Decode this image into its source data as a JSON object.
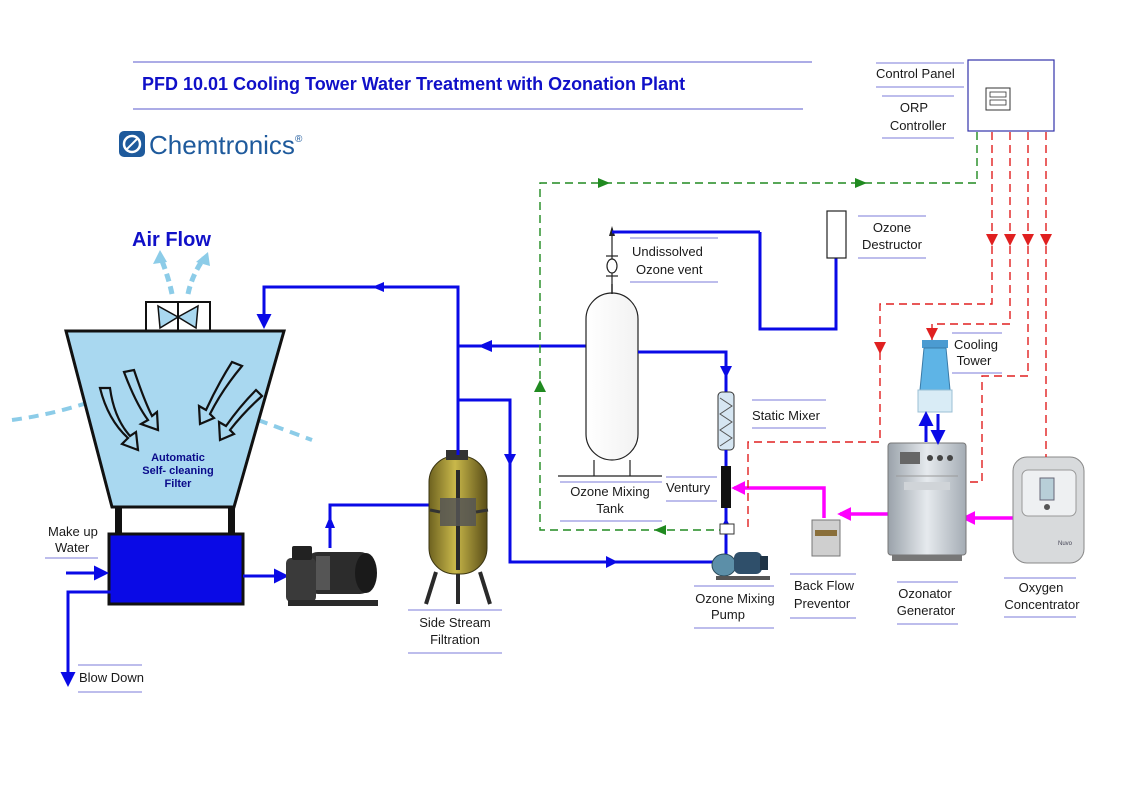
{
  "title": "PFD 10.01 Cooling Tower Water Treatment with Ozonation Plant",
  "logo": {
    "name": "Chemtronics",
    "mark": "®"
  },
  "labels": {
    "air_flow": "Air Flow",
    "filter_line1": "Automatic",
    "filter_line2": "Self- cleaning",
    "filter_line3": "Filter",
    "makeup_line1": "Make up",
    "makeup_line2": "Water",
    "blow_down": "Blow Down",
    "side_stream_line1": "Side Stream",
    "side_stream_line2": "Filtration",
    "mixing_tank_line1": "Ozone Mixing",
    "mixing_tank_line2": "Tank",
    "vent_line1": "Undissolved",
    "vent_line2": "Ozone vent",
    "destructor_line1": "Ozone",
    "destructor_line2": "Destructor",
    "static_mixer": "Static Mixer",
    "venturi": "Ventury",
    "mixing_pump_line1": "Ozone Mixing",
    "mixing_pump_line2": "Pump",
    "back_flow_line1": "Back Flow",
    "back_flow_line2": "Preventor",
    "ozonator_line1": "Ozonator",
    "ozonator_line2": "Generator",
    "oxygen_line1": "Oxygen",
    "oxygen_line2": "Concentrator",
    "cooling_tower_line1": "Cooling",
    "cooling_tower_line2": "Tower",
    "control_panel": "Control Panel",
    "orp_line1": "ORP",
    "orp_line2": "Controller"
  },
  "device_text": {
    "concentrator_brand": "Nuvo"
  },
  "colors": {
    "water_line": "#0a0ae6",
    "ozone_line": "#ff00ff",
    "control_line_red": "#e02020",
    "control_line_green": "#208a20",
    "air_flow": "#8ccce8",
    "tower_fill": "#a9d8f0",
    "basin_fill": "#0a0ae6",
    "title": "#1010c8"
  },
  "icons": [
    "fan-icon",
    "air-arrow-icon",
    "pump-icon",
    "filter-vessel-icon",
    "controller-display-icon"
  ]
}
